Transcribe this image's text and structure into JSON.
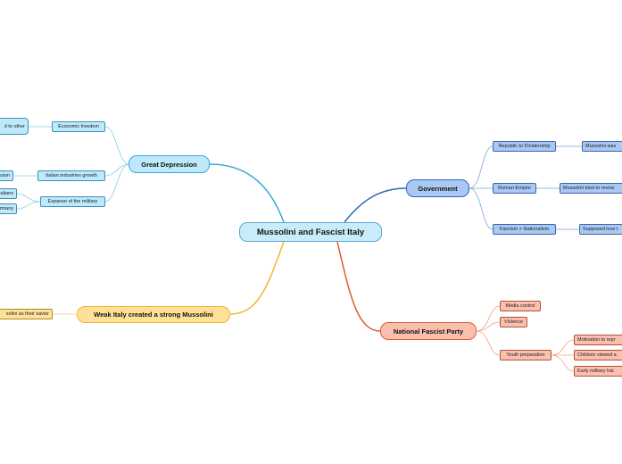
{
  "root": {
    "label": "Mussolini and Fascist Italy"
  },
  "branches": {
    "great_depression": {
      "label": "Great Depression",
      "color": "#3aa8d8",
      "children": {
        "economic_freedom": {
          "label": "Economic freedom",
          "leaf": "d to other"
        },
        "italian_industries": {
          "label": "Italian industries growth",
          "leaf": "ssion"
        },
        "military": {
          "label": "Expanse of the military",
          "leaves": [
            "talians",
            "rmany"
          ]
        }
      }
    },
    "government": {
      "label": "Government",
      "color": "#2f66b7",
      "children": {
        "republic": {
          "label": "Republic to Dictatorship",
          "leaf": "Mussolini was"
        },
        "roman_empire": {
          "label": "Roman Empire",
          "leaf": "Mussolini tried to revive"
        },
        "fascism": {
          "label": "Fascism > Nationalism",
          "leaf": "Supposed love t"
        }
      }
    },
    "national_fascist_party": {
      "label": "National Fascist Party",
      "color": "#e05a2c",
      "children": {
        "media": {
          "label": "Media control"
        },
        "violence": {
          "label": "Violence"
        },
        "youth": {
          "label": "Youth preparation",
          "leaves": [
            "Motivation to repr",
            "Children viewed a",
            "Early military trai"
          ]
        }
      }
    },
    "weak_italy": {
      "label": "Weak Italy created a strong Mussolini",
      "color": "#f1b732",
      "leaf": "solini as their savior"
    }
  }
}
